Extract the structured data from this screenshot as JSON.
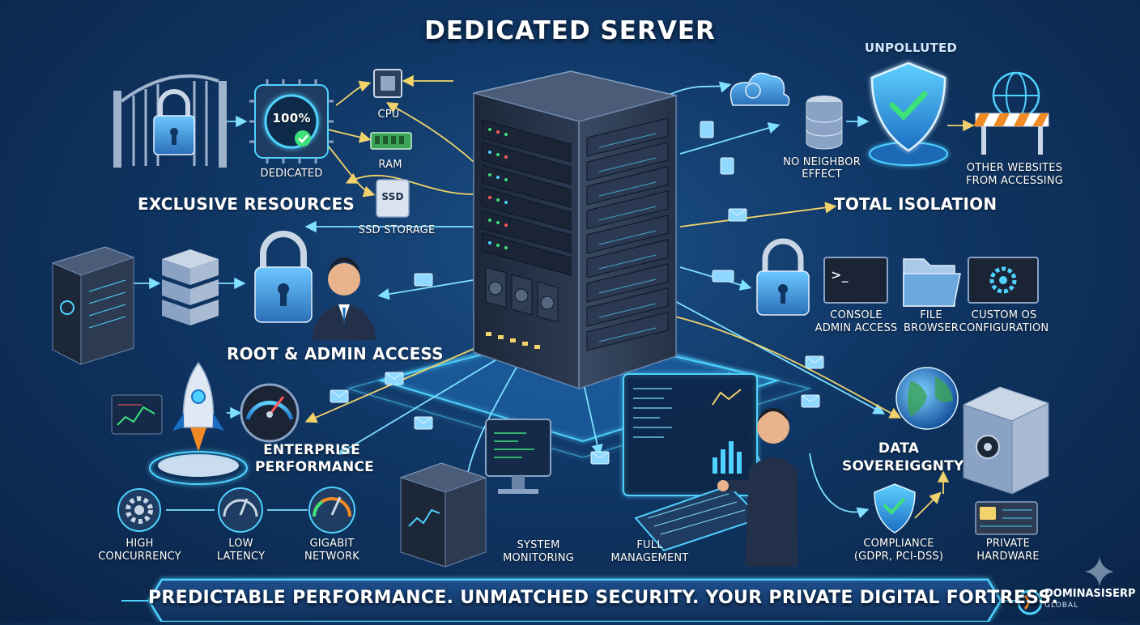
{
  "title": "DEDICATED SERVER",
  "sections": {
    "exclusive_resources": {
      "heading": "EXCLUSIVE RESOURCES",
      "dedicated": "DEDICATED",
      "percent": "100%",
      "cpu": "CPU",
      "ram": "RAM",
      "ssd": "SSD",
      "ssd_storage": "SSD STORAGE"
    },
    "total_isolation": {
      "unpolluted": "UNPOLLUTED",
      "no_neighbor_line1": "NO NEIGHBOR",
      "no_neighbor_line2": "EFFECT",
      "other_websites_line1": "OTHER WEBSITES",
      "other_websites_line2": "FROM ACCESSING",
      "heading": "TOTAL ISOLATION"
    },
    "root_admin": {
      "heading": "ROOT & ADMIN ACCESS"
    },
    "access_tools": {
      "console_line1": "CONSOLE",
      "console_line2": "ADMIN ACCESS",
      "console_prompt": ">_",
      "file_line1": "FILE",
      "file_line2": "BROWSER",
      "custom_line1": "CUSTOM OS",
      "custom_line2": "CONFIGURATION"
    },
    "performance": {
      "heading_line1": "ENTERPRISE",
      "heading_line2": "PERFORMANCE",
      "high_line1": "HIGH",
      "high_line2": "CONCURRENCY",
      "low_line1": "LOW",
      "low_line2": "LATENCY",
      "gigabit_line1": "GIGABIT",
      "gigabit_line2": "NETWORK"
    },
    "management": {
      "system_line1": "SYSTEM",
      "system_line2": "MONITORING",
      "full_line1": "FULL",
      "full_line2": "MANAGEMENT"
    },
    "sovereignty": {
      "heading_line1": "DATA",
      "heading_line2": "SOVEREIGGNTY",
      "compliance_line1": "COMPLIANCE",
      "compliance_line2": "(GDPR, PCI-DSS)",
      "private_line1": "PRIVATE",
      "private_line2": "HARDWARE"
    }
  },
  "banner": "PREDICTABLE PERFORMANCE. UNMATCHED SECURITY. YOUR PRIVATE DIGITAL FORTRESS.",
  "brand": {
    "name": "DOMINASISERP",
    "sub": "GLOBAL"
  },
  "colors": {
    "background": "#0f3563",
    "glow": "#4fd2ff",
    "arrow": "#f2d36b",
    "check": "#3ee07a",
    "barrier_orange": "#f08a24"
  }
}
